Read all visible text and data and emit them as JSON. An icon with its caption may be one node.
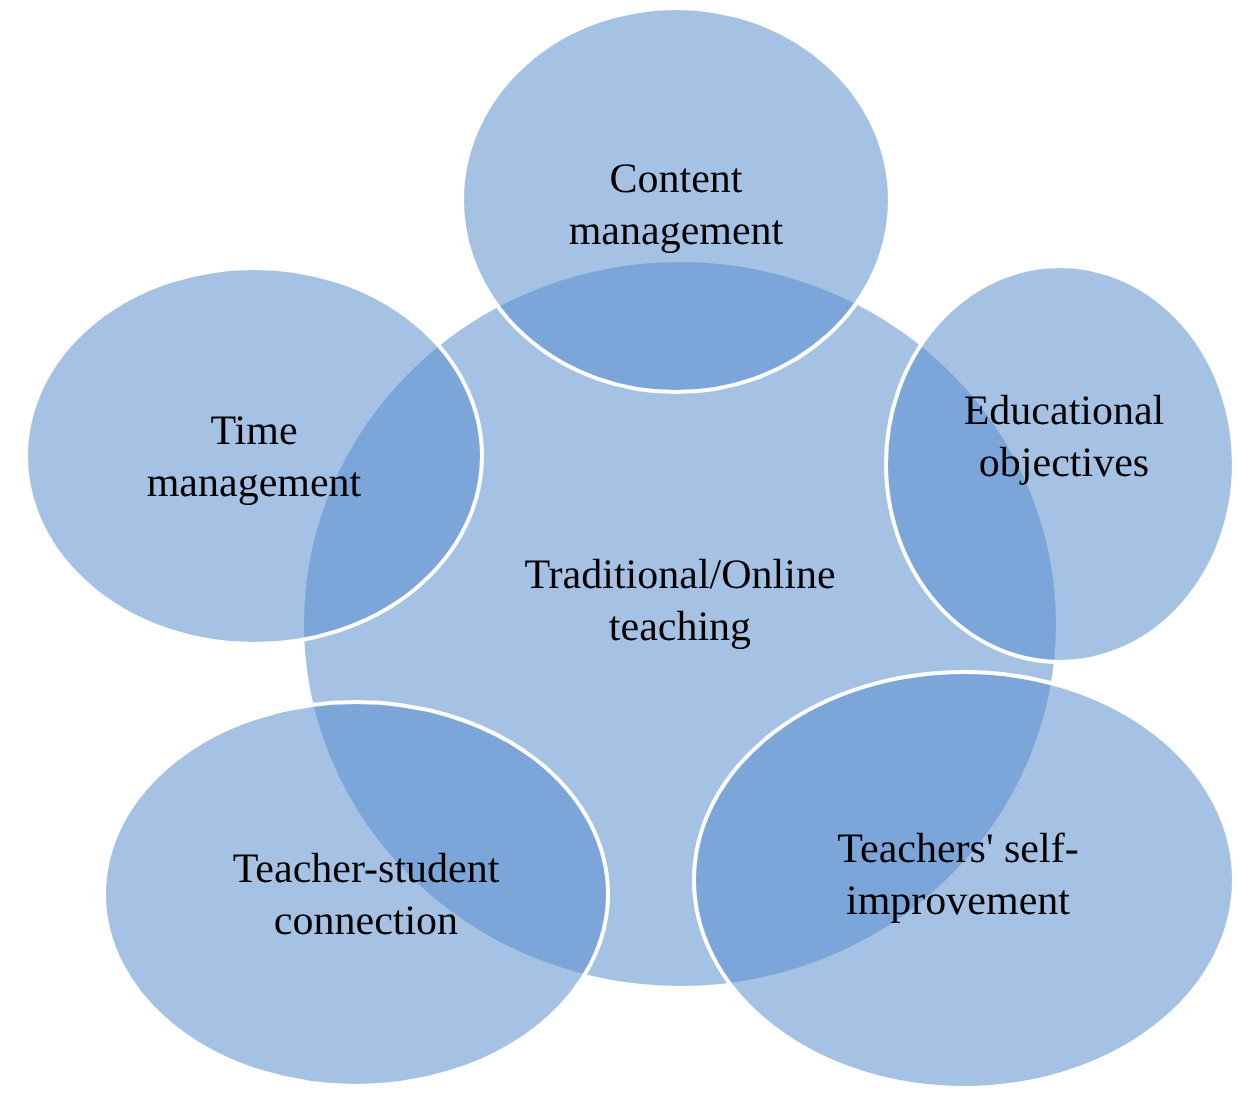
{
  "diagram": {
    "nodes": [
      {
        "text": [
          "Traditional/Online teaching"
        ]
      },
      {
        "text": [
          "Content management"
        ]
      },
      {
        "text": [
          "Time management"
        ]
      },
      {
        "text": [
          "Educational objectives"
        ]
      },
      {
        "text": [
          "Teacher-student connection"
        ]
      },
      {
        "text": [
          "Teachers' self-improvement"
        ]
      }
    ]
  }
}
